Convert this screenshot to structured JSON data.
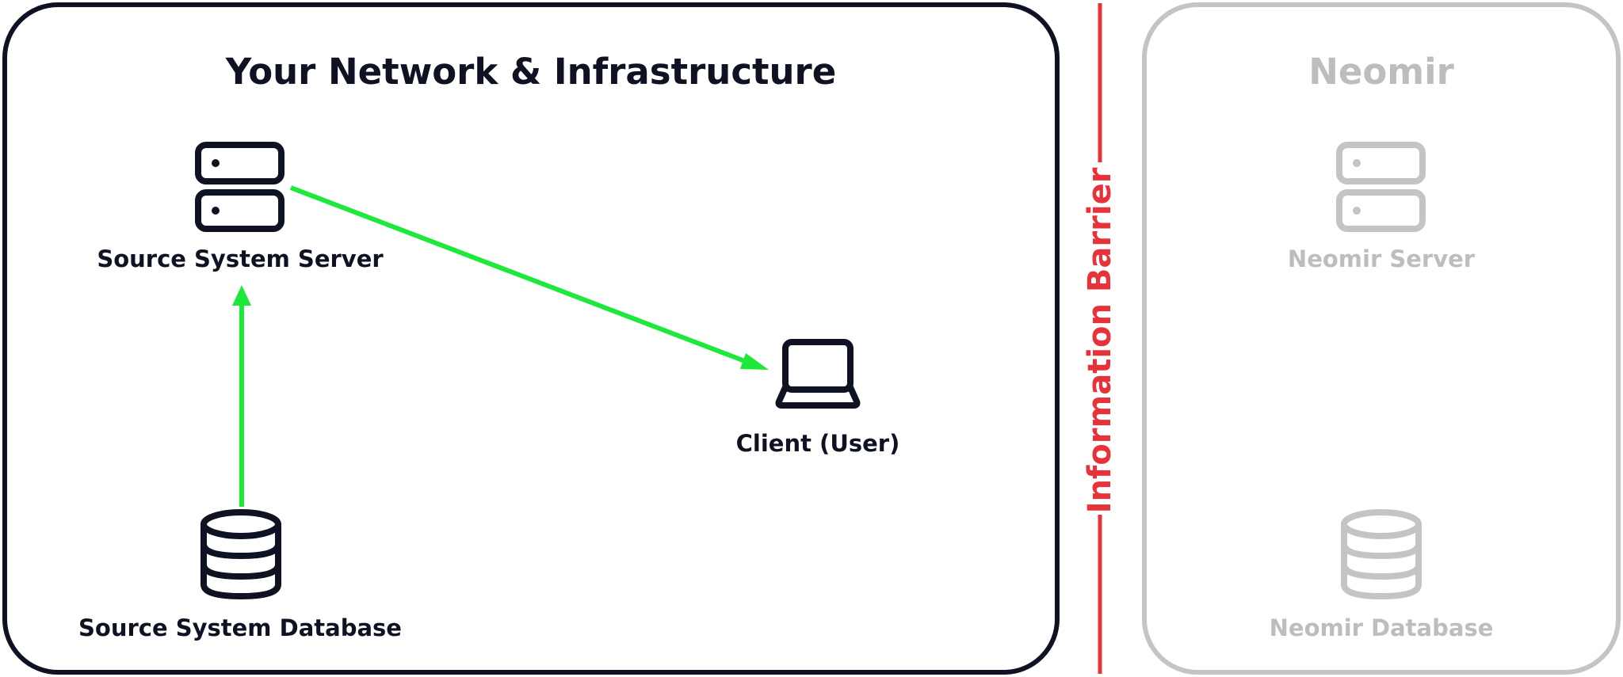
{
  "left_panel": {
    "title": "Your Network & Infrastructure",
    "server_label": "Source System Server",
    "client_label": "Client (User)",
    "database_label": "Source System Database"
  },
  "right_panel": {
    "title": "Neomir",
    "server_label": "Neomir Server",
    "database_label": "Neomir Database"
  },
  "barrier_label": "Information Barrier",
  "icons": [
    "server-icon",
    "laptop-icon",
    "database-icon"
  ],
  "colors": {
    "primary": "#0f1222",
    "muted": "#c4c4c4",
    "arrow": "#1ee83a",
    "barrier": "#e8323a"
  }
}
